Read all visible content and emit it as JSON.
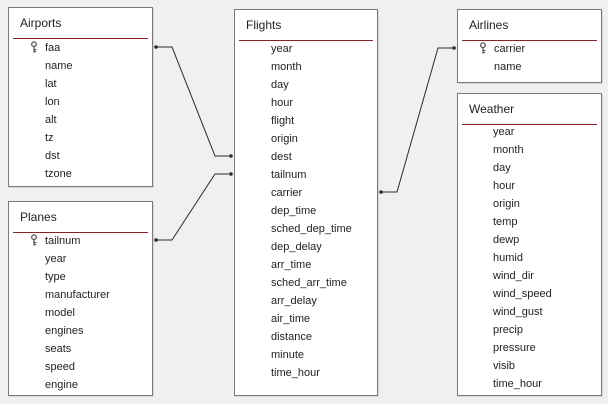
{
  "tables": [
    {
      "id": "airports",
      "name": "Airports",
      "key_fields": [
        "faa"
      ],
      "fields": [
        "faa",
        "name",
        "lat",
        "lon",
        "alt",
        "tz",
        "dst",
        "tzone"
      ]
    },
    {
      "id": "planes",
      "name": "Planes",
      "key_fields": [
        "tailnum"
      ],
      "fields": [
        "tailnum",
        "year",
        "type",
        "manufacturer",
        "model",
        "engines",
        "seats",
        "speed",
        "engine"
      ]
    },
    {
      "id": "flights",
      "name": "Flights",
      "key_fields": [],
      "fields": [
        "year",
        "month",
        "day",
        "hour",
        "flight",
        "origin",
        "dest",
        "tailnum",
        "carrier",
        "dep_time",
        "sched_dep_time",
        "dep_delay",
        "arr_time",
        "sched_arr_time",
        "arr_delay",
        "air_time",
        "distance",
        "minute",
        "time_hour"
      ]
    },
    {
      "id": "airlines",
      "name": "Airlines",
      "key_fields": [
        "carrier"
      ],
      "fields": [
        "carrier",
        "name"
      ]
    },
    {
      "id": "weather",
      "name": "Weather",
      "key_fields": [],
      "fields": [
        "year",
        "month",
        "day",
        "hour",
        "origin",
        "temp",
        "dewp",
        "humid",
        "wind_dir",
        "wind_speed",
        "wind_gust",
        "precip",
        "pressure",
        "visib",
        "time_hour"
      ]
    }
  ],
  "relationships": [
    {
      "from_table": "airports",
      "from_field": "faa",
      "to_table": "flights",
      "to_field": "dest"
    },
    {
      "from_table": "planes",
      "from_field": "tailnum",
      "to_table": "flights",
      "to_field": "tailnum"
    },
    {
      "from_table": "flights",
      "from_field": "carrier",
      "to_table": "airlines",
      "to_field": "carrier"
    }
  ],
  "colors": {
    "background": "#f0f0f0",
    "table_border": "#7a7a7a",
    "title_rule": "#8b1f2c",
    "connector": "#2a2a2a",
    "key_icon": "#555555"
  },
  "icons": {
    "primary_key": "key-icon"
  }
}
